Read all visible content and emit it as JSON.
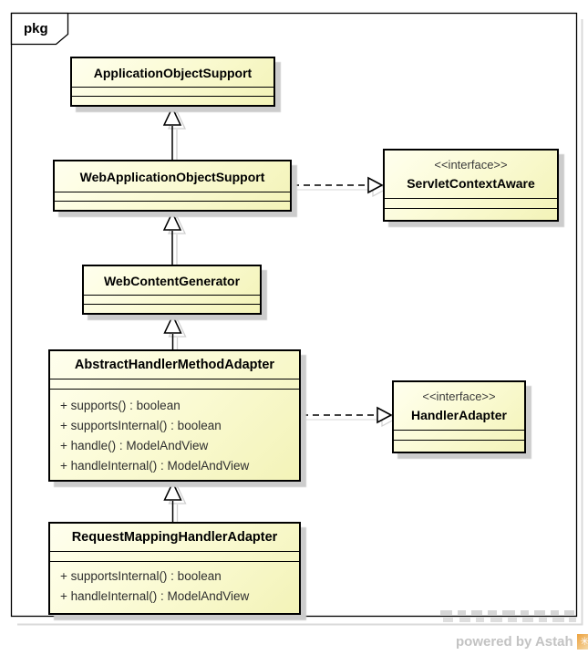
{
  "frame": {
    "tab_label": "pkg"
  },
  "classes": [
    {
      "id": "application-object-support",
      "name": "ApplicationObjectSupport",
      "methods": []
    },
    {
      "id": "web-application-object-support",
      "name": "WebApplicationObjectSupport",
      "methods": []
    },
    {
      "id": "servlet-context-aware",
      "stereotype": "<<interface>>",
      "name": "ServletContextAware",
      "methods": []
    },
    {
      "id": "web-content-generator",
      "name": "WebContentGenerator",
      "methods": []
    },
    {
      "id": "abstract-handler-method-adapter",
      "name": "AbstractHandlerMethodAdapter",
      "methods": [
        "+ supports() : boolean",
        "+ supportsInternal() : boolean",
        "+ handle() : ModelAndView",
        "+ handleInternal() : ModelAndView"
      ]
    },
    {
      "id": "handler-adapter",
      "stereotype": "<<interface>>",
      "name": "HandlerAdapter",
      "methods": []
    },
    {
      "id": "request-mapping-handler-adapter",
      "name": "RequestMappingHandlerAdapter",
      "methods": [
        "+ supportsInternal() : boolean",
        "+ handleInternal() : ModelAndView"
      ]
    }
  ],
  "relationships": [
    {
      "type": "generalization",
      "from": "WebApplicationObjectSupport",
      "to": "ApplicationObjectSupport"
    },
    {
      "type": "generalization",
      "from": "WebContentGenerator",
      "to": "WebApplicationObjectSupport"
    },
    {
      "type": "generalization",
      "from": "AbstractHandlerMethodAdapter",
      "to": "WebContentGenerator"
    },
    {
      "type": "generalization",
      "from": "RequestMappingHandlerAdapter",
      "to": "AbstractHandlerMethodAdapter"
    },
    {
      "type": "realization",
      "from": "WebApplicationObjectSupport",
      "to": "ServletContextAware"
    },
    {
      "type": "realization",
      "from": "AbstractHandlerMethodAdapter",
      "to": "HandlerAdapter"
    }
  ],
  "watermark": {
    "text": "powered by Astah",
    "logo": "astah-logo",
    "logo_glyph": "✳"
  },
  "colors": {
    "class_fill_light": "#ffffee",
    "class_fill_dark": "#f3f3b8",
    "border": "#000000",
    "shadow": "#cccccc",
    "frame_shadow": "#dadada",
    "watermark_text": "#c3c3c3",
    "logo_orange": "#eda23e"
  }
}
